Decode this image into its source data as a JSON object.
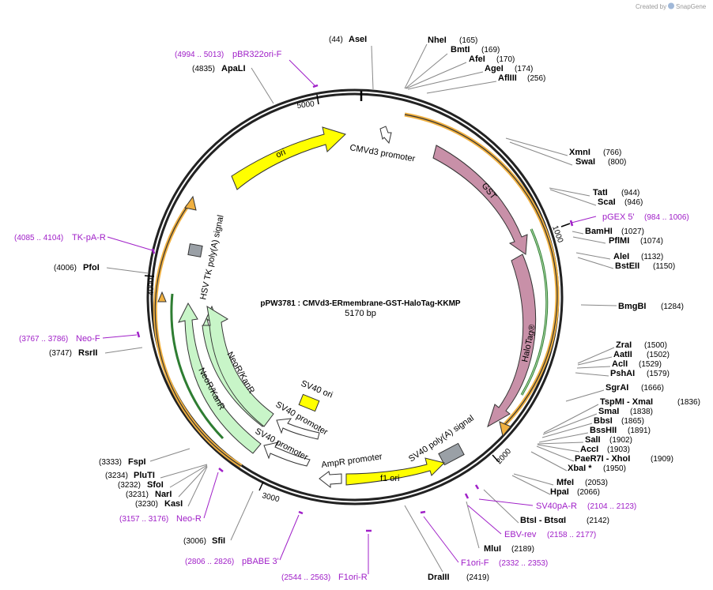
{
  "credit": {
    "prefix": "Created by",
    "brand": "SnapGene"
  },
  "map": {
    "name": "pPW3781 : CMVd3-ERmembrane-GST-HaloTag-KKMP",
    "length_label": "5170 bp",
    "ticks": [
      "1000",
      "2000",
      "3000",
      "4000",
      "5000"
    ]
  },
  "sites": [
    {
      "name": "AseI",
      "pos": "(44)"
    },
    {
      "name": "NheI",
      "pos": "(165)"
    },
    {
      "name": "BmtI",
      "pos": "(169)"
    },
    {
      "name": "AfeI",
      "pos": "(170)"
    },
    {
      "name": "AgeI",
      "pos": "(174)"
    },
    {
      "name": "AflIII",
      "pos": "(256)"
    },
    {
      "name": "XmnI",
      "pos": "(766)"
    },
    {
      "name": "SwaI",
      "pos": "(800)"
    },
    {
      "name": "TatI",
      "pos": "(944)"
    },
    {
      "name": "ScaI",
      "pos": "(946)"
    },
    {
      "name": "BamHI",
      "pos": "(1027)"
    },
    {
      "name": "PflMI",
      "pos": "(1074)"
    },
    {
      "name": "AleI",
      "pos": "(1132)"
    },
    {
      "name": "BstEII",
      "pos": "(1150)"
    },
    {
      "name": "BmgBI",
      "pos": "(1284)"
    },
    {
      "name": "ZraI",
      "pos": "(1500)"
    },
    {
      "name": "AatII",
      "pos": "(1502)"
    },
    {
      "name": "AclI",
      "pos": "(1529)"
    },
    {
      "name": "PshAI",
      "pos": "(1579)"
    },
    {
      "name": "SgrAI",
      "pos": "(1666)"
    },
    {
      "name": "TspMI - XmaI",
      "pos": "(1836)"
    },
    {
      "name": "SmaI",
      "pos": "(1838)"
    },
    {
      "name": "BbsI",
      "pos": "(1865)"
    },
    {
      "name": "BssHII",
      "pos": "(1891)"
    },
    {
      "name": "SalI",
      "pos": "(1902)"
    },
    {
      "name": "AccI",
      "pos": "(1903)"
    },
    {
      "name": "PaeR7I - XhoI",
      "pos": "(1909)"
    },
    {
      "name": "XbaI *",
      "pos": "(1950)"
    },
    {
      "name": "MfeI",
      "pos": "(2053)"
    },
    {
      "name": "HpaI",
      "pos": "(2066)"
    },
    {
      "name": "BtsI - BtsαI",
      "pos": "(2142)"
    },
    {
      "name": "MluI",
      "pos": "(2189)"
    },
    {
      "name": "DraIII",
      "pos": "(2419)"
    },
    {
      "name": "SfiI",
      "pos": "(3006)"
    },
    {
      "name": "KasI",
      "pos": "(3230)"
    },
    {
      "name": "NarI",
      "pos": "(3231)"
    },
    {
      "name": "SfoI",
      "pos": "(3232)"
    },
    {
      "name": "PluTI",
      "pos": "(3234)"
    },
    {
      "name": "FspI",
      "pos": "(3333)"
    },
    {
      "name": "RsrII",
      "pos": "(3747)"
    },
    {
      "name": "PfoI",
      "pos": "(4006)"
    },
    {
      "name": "ApaLI",
      "pos": "(4835)"
    }
  ],
  "primers": [
    {
      "name": "pBR322ori-F",
      "pos": "(4994 .. 5013)"
    },
    {
      "name": "pGEX 5'",
      "pos": "(984 .. 1006)"
    },
    {
      "name": "SV40pA-R",
      "pos": "(2104 .. 2123)"
    },
    {
      "name": "EBV-rev",
      "pos": "(2158 .. 2177)"
    },
    {
      "name": "F1ori-F",
      "pos": "(2332 .. 2353)"
    },
    {
      "name": "F1ori-R",
      "pos": "(2544 .. 2563)"
    },
    {
      "name": "pBABE 3'",
      "pos": "(2806 .. 2826)"
    },
    {
      "name": "Neo-R",
      "pos": "(3157 .. 3176)"
    },
    {
      "name": "Neo-F",
      "pos": "(3767 .. 3786)"
    },
    {
      "name": "TK-pA-R",
      "pos": "(4085 .. 4104)"
    }
  ],
  "features": {
    "ori": "ori",
    "cmv": "CMVd3 promoter",
    "gst": "GST",
    "halotag": "HaloTag®",
    "sv40_polya": "SV40 poly(A) signal",
    "f1_ori": "f1 ori",
    "ampr_promoter": "AmpR promoter",
    "sv40_promoter_1": "SV40 promoter",
    "sv40_promoter_2": "SV40 promoter",
    "sv40_ori": "SV40 ori",
    "neokan_inner": "NeoR/KanR",
    "neokan_outer": "NeoR/KanR",
    "hsv_tk": "HSV TK poly(A) signal"
  },
  "colors": {
    "backbone": "#222222",
    "primer": "#a020c8",
    "ori": "#ffff00",
    "gst_halotag": "#c890a8",
    "neokan": "#c8f5c8",
    "orf_outline": "#f0b040",
    "orf_inner": "#2e7d32",
    "polya": "#9aa0a6"
  }
}
